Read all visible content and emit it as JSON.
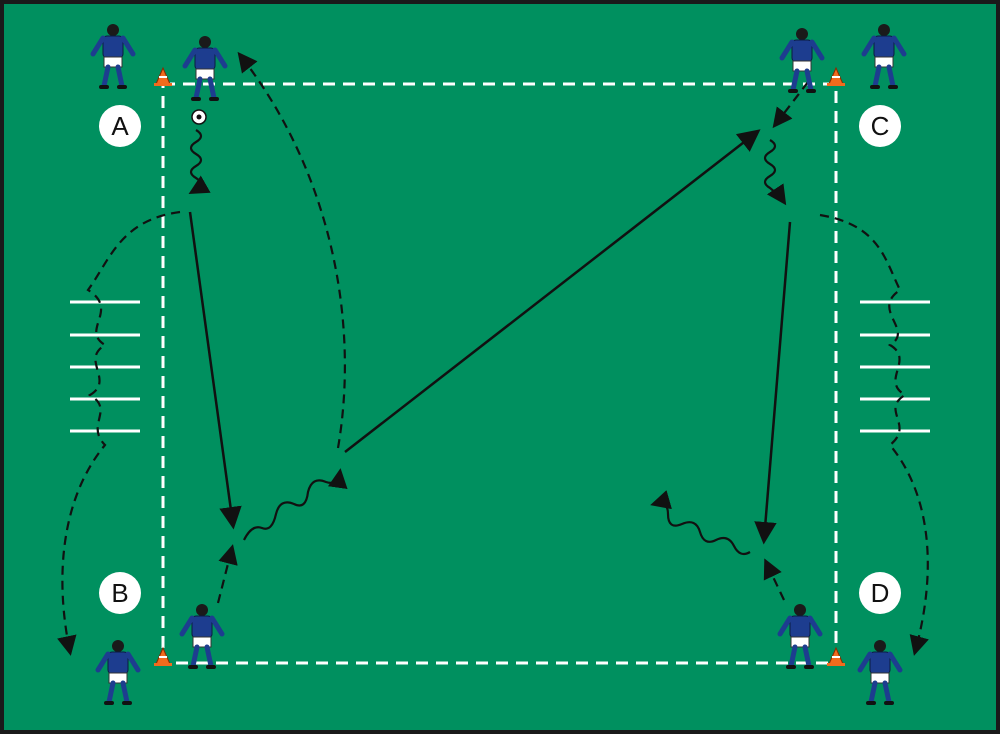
{
  "colors": {
    "pitch": "#00905f",
    "frame": "#1a1a1a",
    "lines": "#ffffff",
    "arrows": "#111111",
    "jersey": "#1d3d8f",
    "shorts": "#ffffff",
    "cone": "#f26b1d"
  },
  "labels": {
    "a": "A",
    "b": "B",
    "c": "C",
    "d": "D"
  },
  "icons": {
    "player": "player-icon",
    "cone": "cone-icon",
    "ball": "soccer-ball-icon"
  }
}
